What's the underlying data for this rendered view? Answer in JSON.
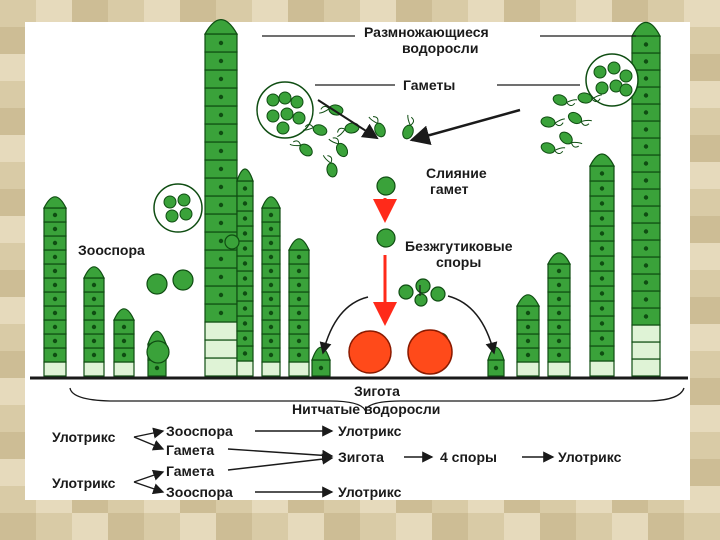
{
  "labels": {
    "reproducing_algae_line1": "Размножающиеся",
    "reproducing_algae_line2": "водоросли",
    "gametes": "Гаметы",
    "gamete_fusion_line1": "Слияние",
    "gamete_fusion_line2": "гамет",
    "zoospore": "Зооспора",
    "aflagellate_spores_line1": "Безжгутиковые",
    "aflagellate_spores_line2": "споры",
    "zygote": "Зигота",
    "filamentous_algae": "Нитчатые водоросли"
  },
  "scheme": {
    "row1": {
      "start": "Улотрикс",
      "step1": "Зооспора",
      "result": "Улотрикс"
    },
    "row2": {
      "step1": "Гамета",
      "step2": "Зигота",
      "step3": "4 споры",
      "result": "Улотрикс"
    },
    "row3": {
      "step1": "Гамета"
    },
    "row4": {
      "start": "Улотрикс",
      "step1": "Зооспора",
      "result": "Улотрикс"
    }
  },
  "colors": {
    "cell_green": "#3aa23a",
    "cell_dark": "#0f4d12",
    "cell_light": "#dff3d6",
    "zygote_orange": "#ff4a1a",
    "arrow_red": "#ff2a1a",
    "ink": "#1a1a1a"
  }
}
